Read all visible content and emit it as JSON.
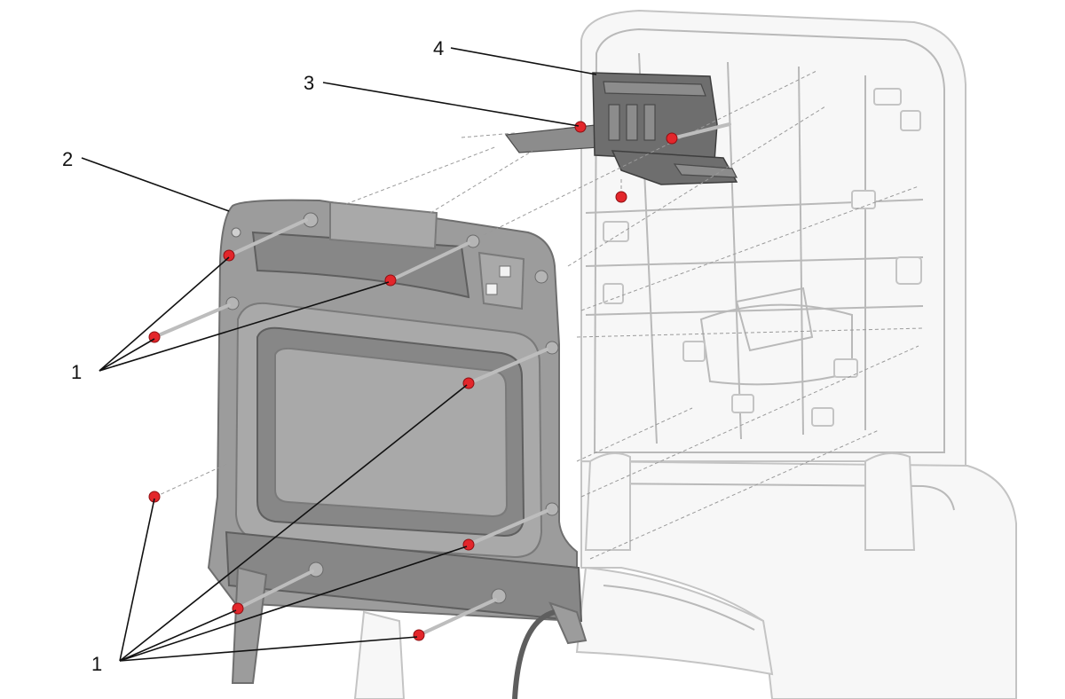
{
  "callouts": [
    {
      "id": "1",
      "label": "1"
    },
    {
      "id": "2",
      "label": "2"
    },
    {
      "id": "3",
      "label": "3"
    },
    {
      "id": "4",
      "label": "4"
    }
  ],
  "colors": {
    "fastener": "#e3262b",
    "panel": "#9c9c9c",
    "frame": "#f7f7f7",
    "leader": "#111111"
  }
}
